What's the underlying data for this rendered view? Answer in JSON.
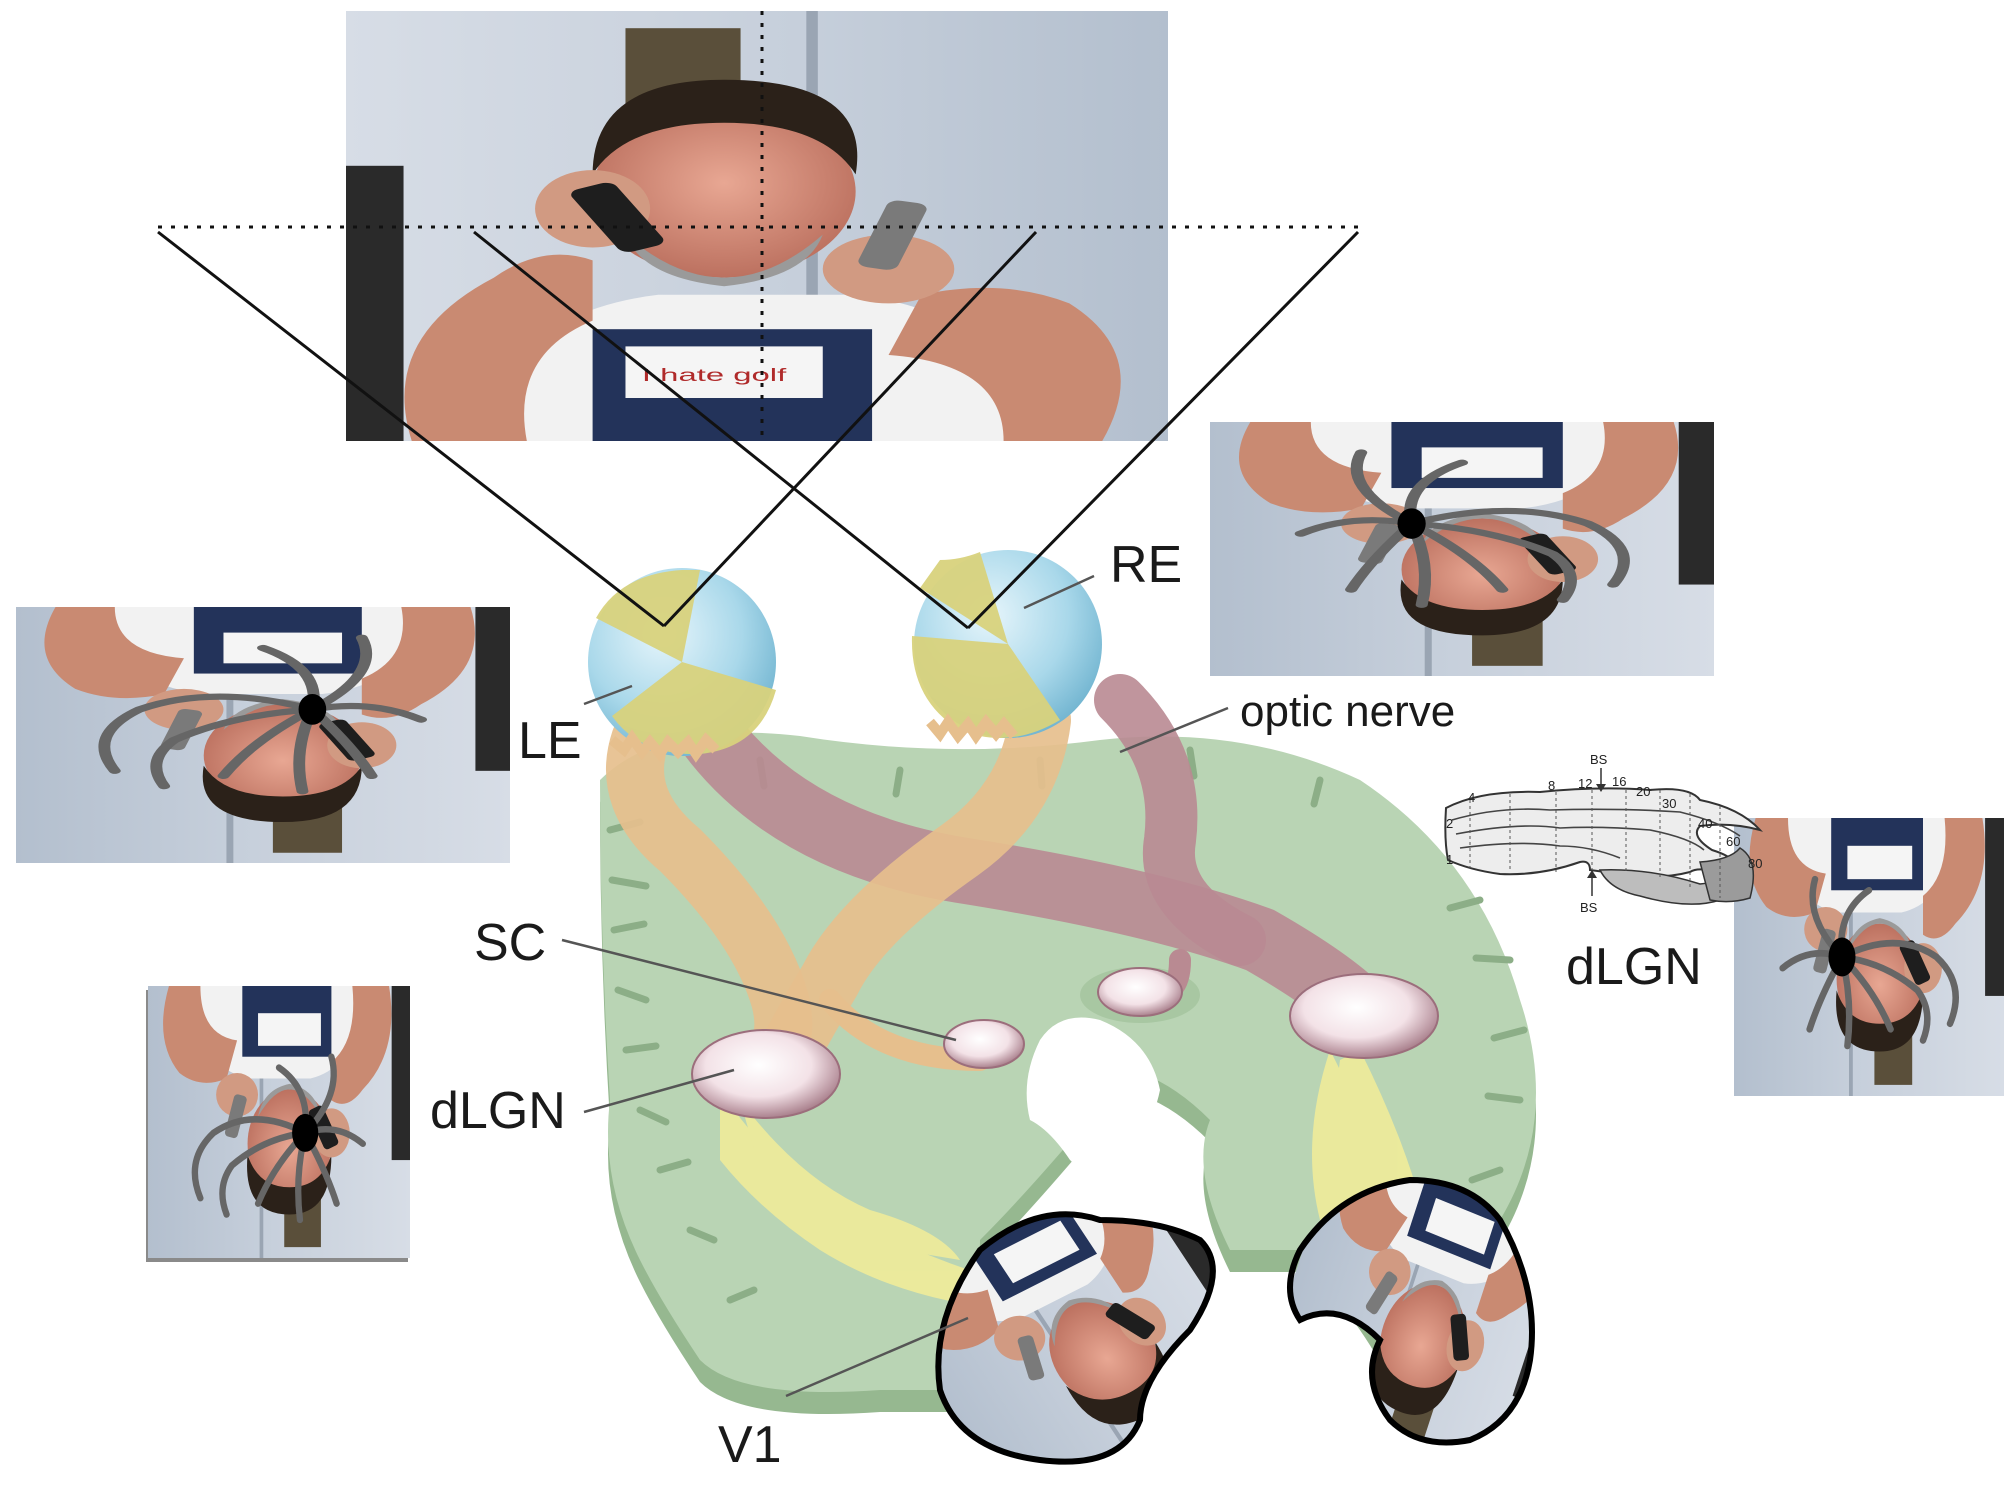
{
  "labels": {
    "left_eye": "LE",
    "right_eye": "RE",
    "optic_nerve": "optic nerve",
    "superior_colliculus": "SC",
    "dlgn_brain": "dLGN",
    "dlgn_inset": "dLGN",
    "v1": "V1"
  },
  "lgn_inset": {
    "top_marker": "BS",
    "bottom_marker": "BS",
    "ticks": [
      "1",
      "2",
      "4",
      "8",
      "12",
      "16",
      "20",
      "30",
      "40",
      "60",
      "80"
    ]
  },
  "photo_text": {
    "shirt": "I hate golf"
  },
  "colors": {
    "brain": "#b9d4b4",
    "brain_edge": "#96b890",
    "eye_blue": "#a9d8ea",
    "eye_yellow": "#d8d27c",
    "nerve_tan": "#e6bf8d",
    "nerve_mauve": "#b98a92",
    "radiation_yellow": "#efeb9a",
    "nucleus": "#f0e0e4",
    "label_line": "#555555"
  }
}
